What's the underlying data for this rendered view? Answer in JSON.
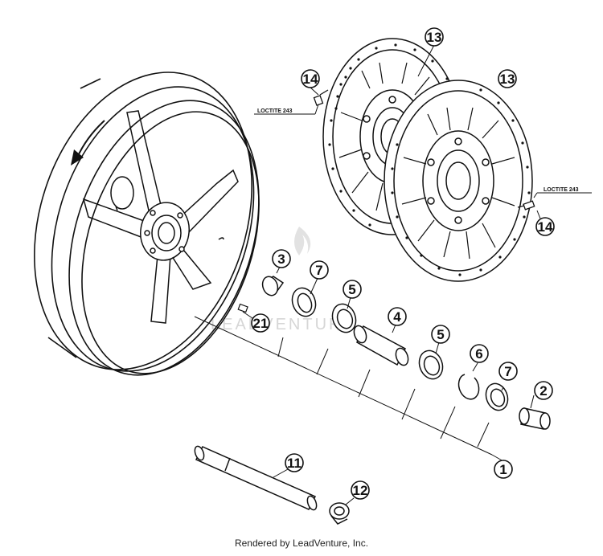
{
  "diagram": {
    "callouts": [
      {
        "id": "c13a",
        "label": "13"
      },
      {
        "id": "c13b",
        "label": "13"
      },
      {
        "id": "c14a",
        "label": "14"
      },
      {
        "id": "c14b",
        "label": "14"
      },
      {
        "id": "c3",
        "label": "3"
      },
      {
        "id": "c7a",
        "label": "7"
      },
      {
        "id": "c5a",
        "label": "5"
      },
      {
        "id": "c21",
        "label": "21"
      },
      {
        "id": "c4",
        "label": "4"
      },
      {
        "id": "c5b",
        "label": "5"
      },
      {
        "id": "c6",
        "label": "6"
      },
      {
        "id": "c7b",
        "label": "7"
      },
      {
        "id": "c2",
        "label": "2"
      },
      {
        "id": "c1",
        "label": "1"
      },
      {
        "id": "c11",
        "label": "11"
      },
      {
        "id": "c12",
        "label": "12"
      }
    ],
    "notes": {
      "loctite_left": "LOCTITE 243",
      "loctite_right": "LOCTITE 243"
    },
    "watermark": "LEADVENTURE",
    "footer": "Rendered by LeadVenture, Inc."
  },
  "colors": {
    "line": "#111111",
    "background": "#ffffff",
    "watermark": "#d6d6d6"
  }
}
